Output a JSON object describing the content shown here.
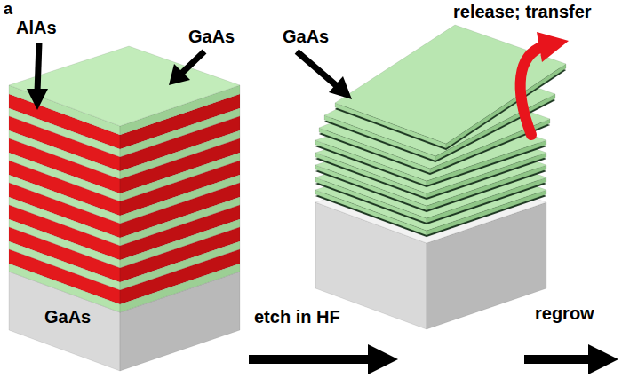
{
  "diagram": {
    "labels": [
      "a",
      "AlAs",
      "GaAs",
      "release; transfer",
      "GaAs",
      "GaAs",
      "etch in HF",
      "regrow"
    ]
  }
}
